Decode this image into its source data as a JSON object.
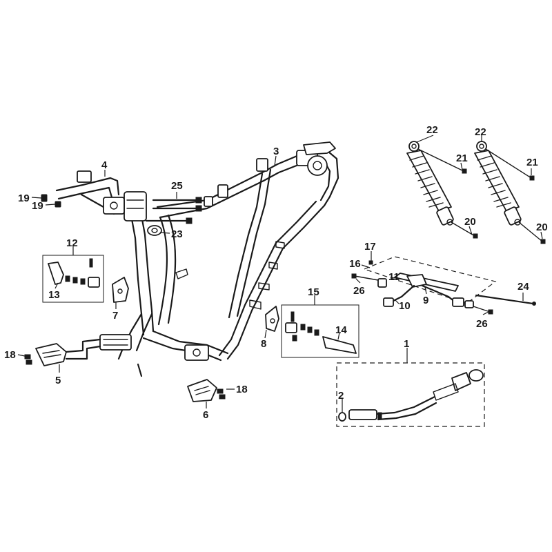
{
  "diagram": {
    "callouts": {
      "c1": "1",
      "c2": "2",
      "c3": "3",
      "c4": "4",
      "c5": "5",
      "c6": "6",
      "c7": "7",
      "c8": "8",
      "c9": "9",
      "c10": "10",
      "c11": "11",
      "c12": "12",
      "c13": "13",
      "c14": "14",
      "c15": "15",
      "c16": "16",
      "c17": "17",
      "c18a": "18",
      "c18b": "18",
      "c19a": "19",
      "c19b": "19",
      "c20a": "20",
      "c20b": "20",
      "c21a": "21",
      "c21b": "21",
      "c22a": "22",
      "c22b": "22",
      "c23": "23",
      "c24": "24",
      "c25": "25",
      "c26a": "26",
      "c26b": "26"
    },
    "colors": {
      "ink": "#1a1a1a",
      "paper": "#ffffff"
    }
  }
}
